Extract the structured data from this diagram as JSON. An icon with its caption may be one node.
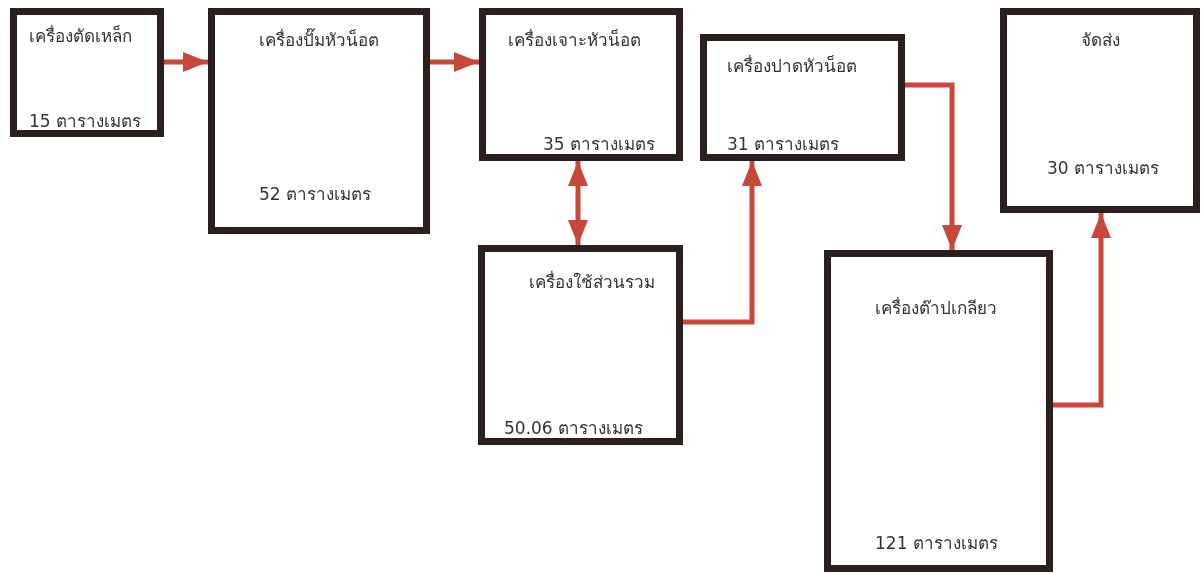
{
  "diagram": {
    "nodes": [
      {
        "text": [
          "เครื่องตัดเหล็ก",
          "15 ตารางเมตร"
        ]
      },
      {
        "text": [
          "เครื่องปั๊มหัวน็อต",
          "52 ตารางเมตร"
        ]
      },
      {
        "text": [
          "เครื่องเจาะหัวน็อต",
          "35 ตารางเมตร"
        ]
      },
      {
        "text": [
          "เครื่องปาดหัวน็อต",
          "31 ตารางเมตร"
        ]
      },
      {
        "text": [
          "จัดส่ง",
          "30 ตารางเมตร"
        ]
      },
      {
        "text": [
          "เครื่องใช้ส่วนรวม",
          "50.06 ตารางเมตร"
        ]
      },
      {
        "text": [
          "เครื่องต๊าปเกลียว",
          "121 ตารางเมตร"
        ]
      }
    ],
    "edges": [
      {
        "from": 0,
        "to": 1,
        "arrow": "to"
      },
      {
        "from": 1,
        "to": 2,
        "arrow": "to"
      },
      {
        "from": 2,
        "to": 5,
        "arrow": "both"
      },
      {
        "from": 5,
        "to": 3,
        "arrow": "to"
      },
      {
        "from": 3,
        "to": 6,
        "arrow": "to"
      },
      {
        "from": 6,
        "to": 4,
        "arrow": "to"
      }
    ]
  }
}
